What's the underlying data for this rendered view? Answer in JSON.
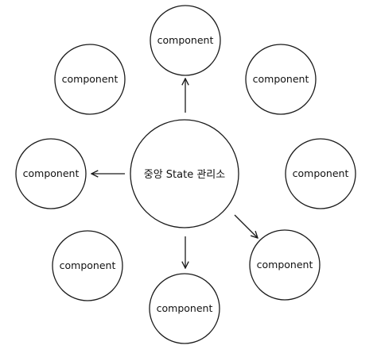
{
  "diagram": {
    "center": {
      "label": "중앙 State 관리소"
    },
    "components": [
      {
        "id": "top",
        "label": "component"
      },
      {
        "id": "top-left",
        "label": "component"
      },
      {
        "id": "top-right",
        "label": "component"
      },
      {
        "id": "left",
        "label": "component"
      },
      {
        "id": "right",
        "label": "component"
      },
      {
        "id": "bottom-left",
        "label": "component"
      },
      {
        "id": "bottom",
        "label": "component"
      },
      {
        "id": "bottom-right",
        "label": "component"
      }
    ],
    "connections": [
      {
        "from": "center",
        "to": "top"
      },
      {
        "from": "center",
        "to": "left"
      },
      {
        "from": "center",
        "to": "bottom"
      },
      {
        "from": "center",
        "to": "bottom-right"
      }
    ]
  }
}
